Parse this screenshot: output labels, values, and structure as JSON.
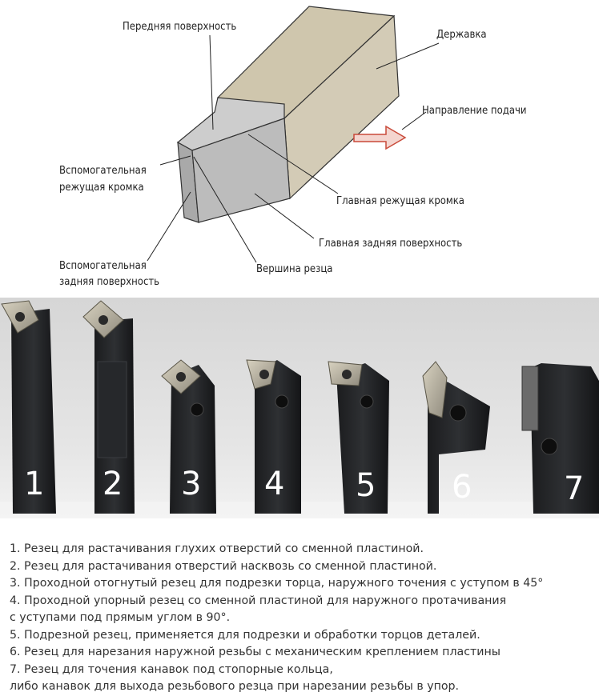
{
  "diagram": {
    "labels": {
      "rake_face": "Передняя поверхность",
      "holder": "Державка",
      "feed_direction": "Направление подачи",
      "aux_cutting_edge_1": "Вспомогательная",
      "aux_cutting_edge_2": "режущая кромка",
      "main_cutting_edge": "Главная режущая кромка",
      "main_flank": "Главная задняя поверхность",
      "aux_flank_1": "Вспомогательная",
      "aux_flank_2": "задняя поверхность",
      "tool_tip": "Вершина резца"
    },
    "colors": {
      "holder": "#d3cbb6",
      "head_front": "#a9a9a9",
      "head_side": "#bcbcbc",
      "head_top": "#cdcdcd",
      "arrow": "#d9533f"
    }
  },
  "photo": {
    "numbers": [
      "1",
      "2",
      "3",
      "4",
      "5",
      "6",
      "7"
    ]
  },
  "captions": [
    "1. Резец для растачивания глухих отверстий со сменной пластиной.",
    "2. Резец для растачивания отверстий насквозь со сменной пластиной.",
    "3. Проходной отогнутый резец для подрезки торца, наружного точения с уступом в 45°",
    "4. Проходной упорный резец со сменной пластиной для наружного протачивания",
    " с уступами под прямым углом в 90°.",
    "5. Подрезной резец, применяется для подрезки и обработки торцов деталей.",
    "6. Резец для нарезания наружной резьбы с механическим креплением пластины",
    "7. Резец для точения канавок под стопорные кольца,",
    "либо канавок для выхода резьбового резца при нарезании резьбы в упор."
  ]
}
